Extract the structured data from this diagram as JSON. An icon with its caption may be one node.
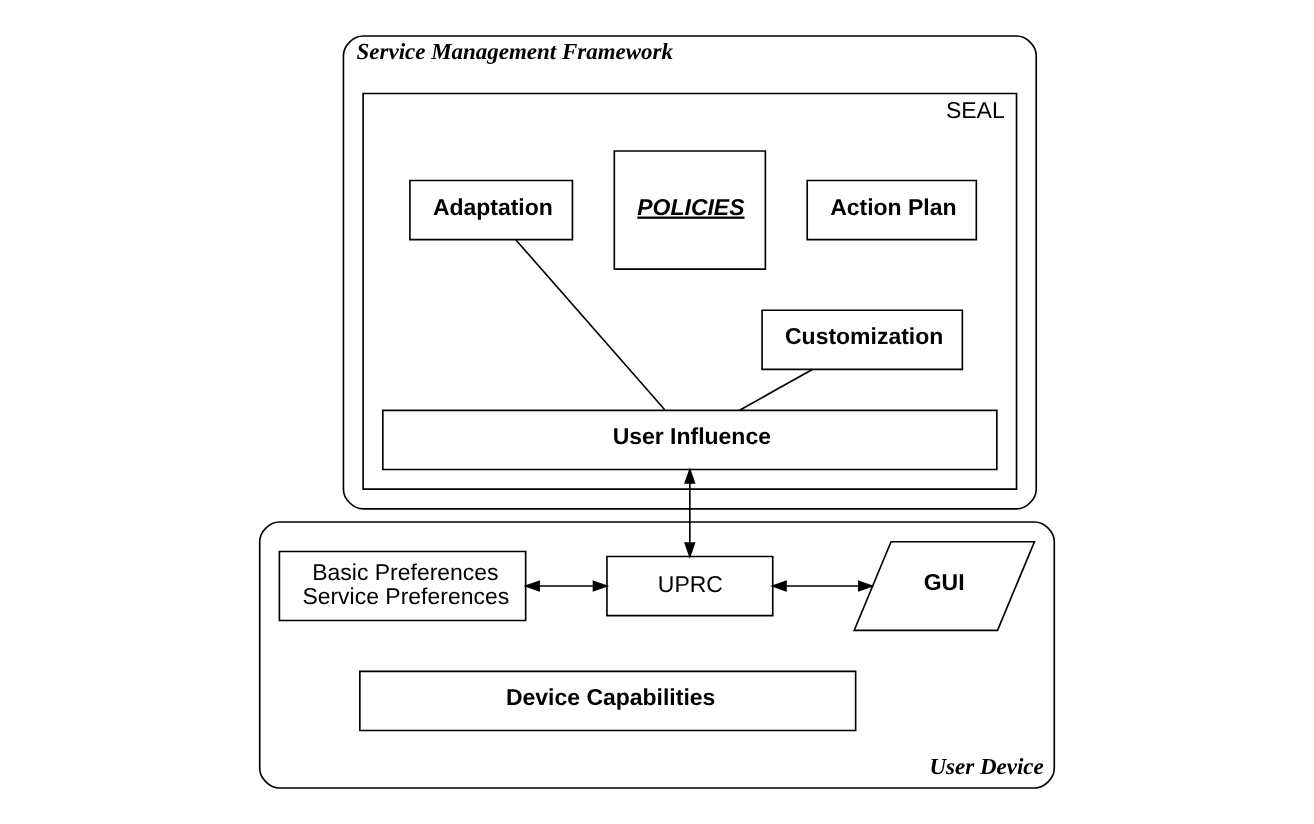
{
  "diagram": {
    "nodes": [
      {
        "text": [
          "Service Management Framework"
        ]
      },
      {
        "text": [
          "SEAL"
        ],
        "in": 0
      },
      {
        "text": [
          "Action Plan"
        ],
        "in": 1
      },
      {
        "text": [
          "POLICIES"
        ],
        "in": 1
      },
      {
        "text": [
          "Adaptation"
        ],
        "in": 1
      },
      {
        "text": [
          "Customization"
        ],
        "in": 1
      },
      {
        "text": [
          "User Influence"
        ],
        "in": 1
      },
      {
        "text": [
          "User Device"
        ]
      },
      {
        "text": [
          "Basic Preferences",
          "Service Preferences"
        ],
        "in": 7
      },
      {
        "text": [
          "UPRC"
        ],
        "in": 7
      },
      {
        "text": [
          "GUI"
        ],
        "in": 7
      },
      {
        "text": [
          "Device Capabilities"
        ],
        "in": 7
      }
    ],
    "edges": [
      {
        "from": 5,
        "to": 6,
        "arrow": "none"
      },
      {
        "from": 4,
        "to": 6,
        "arrow": "none"
      },
      {
        "from": 6,
        "to": 9,
        "arrow": "both"
      },
      {
        "from": 8,
        "to": 9,
        "arrow": "both"
      },
      {
        "from": 9,
        "to": 10,
        "arrow": "both"
      }
    ]
  }
}
